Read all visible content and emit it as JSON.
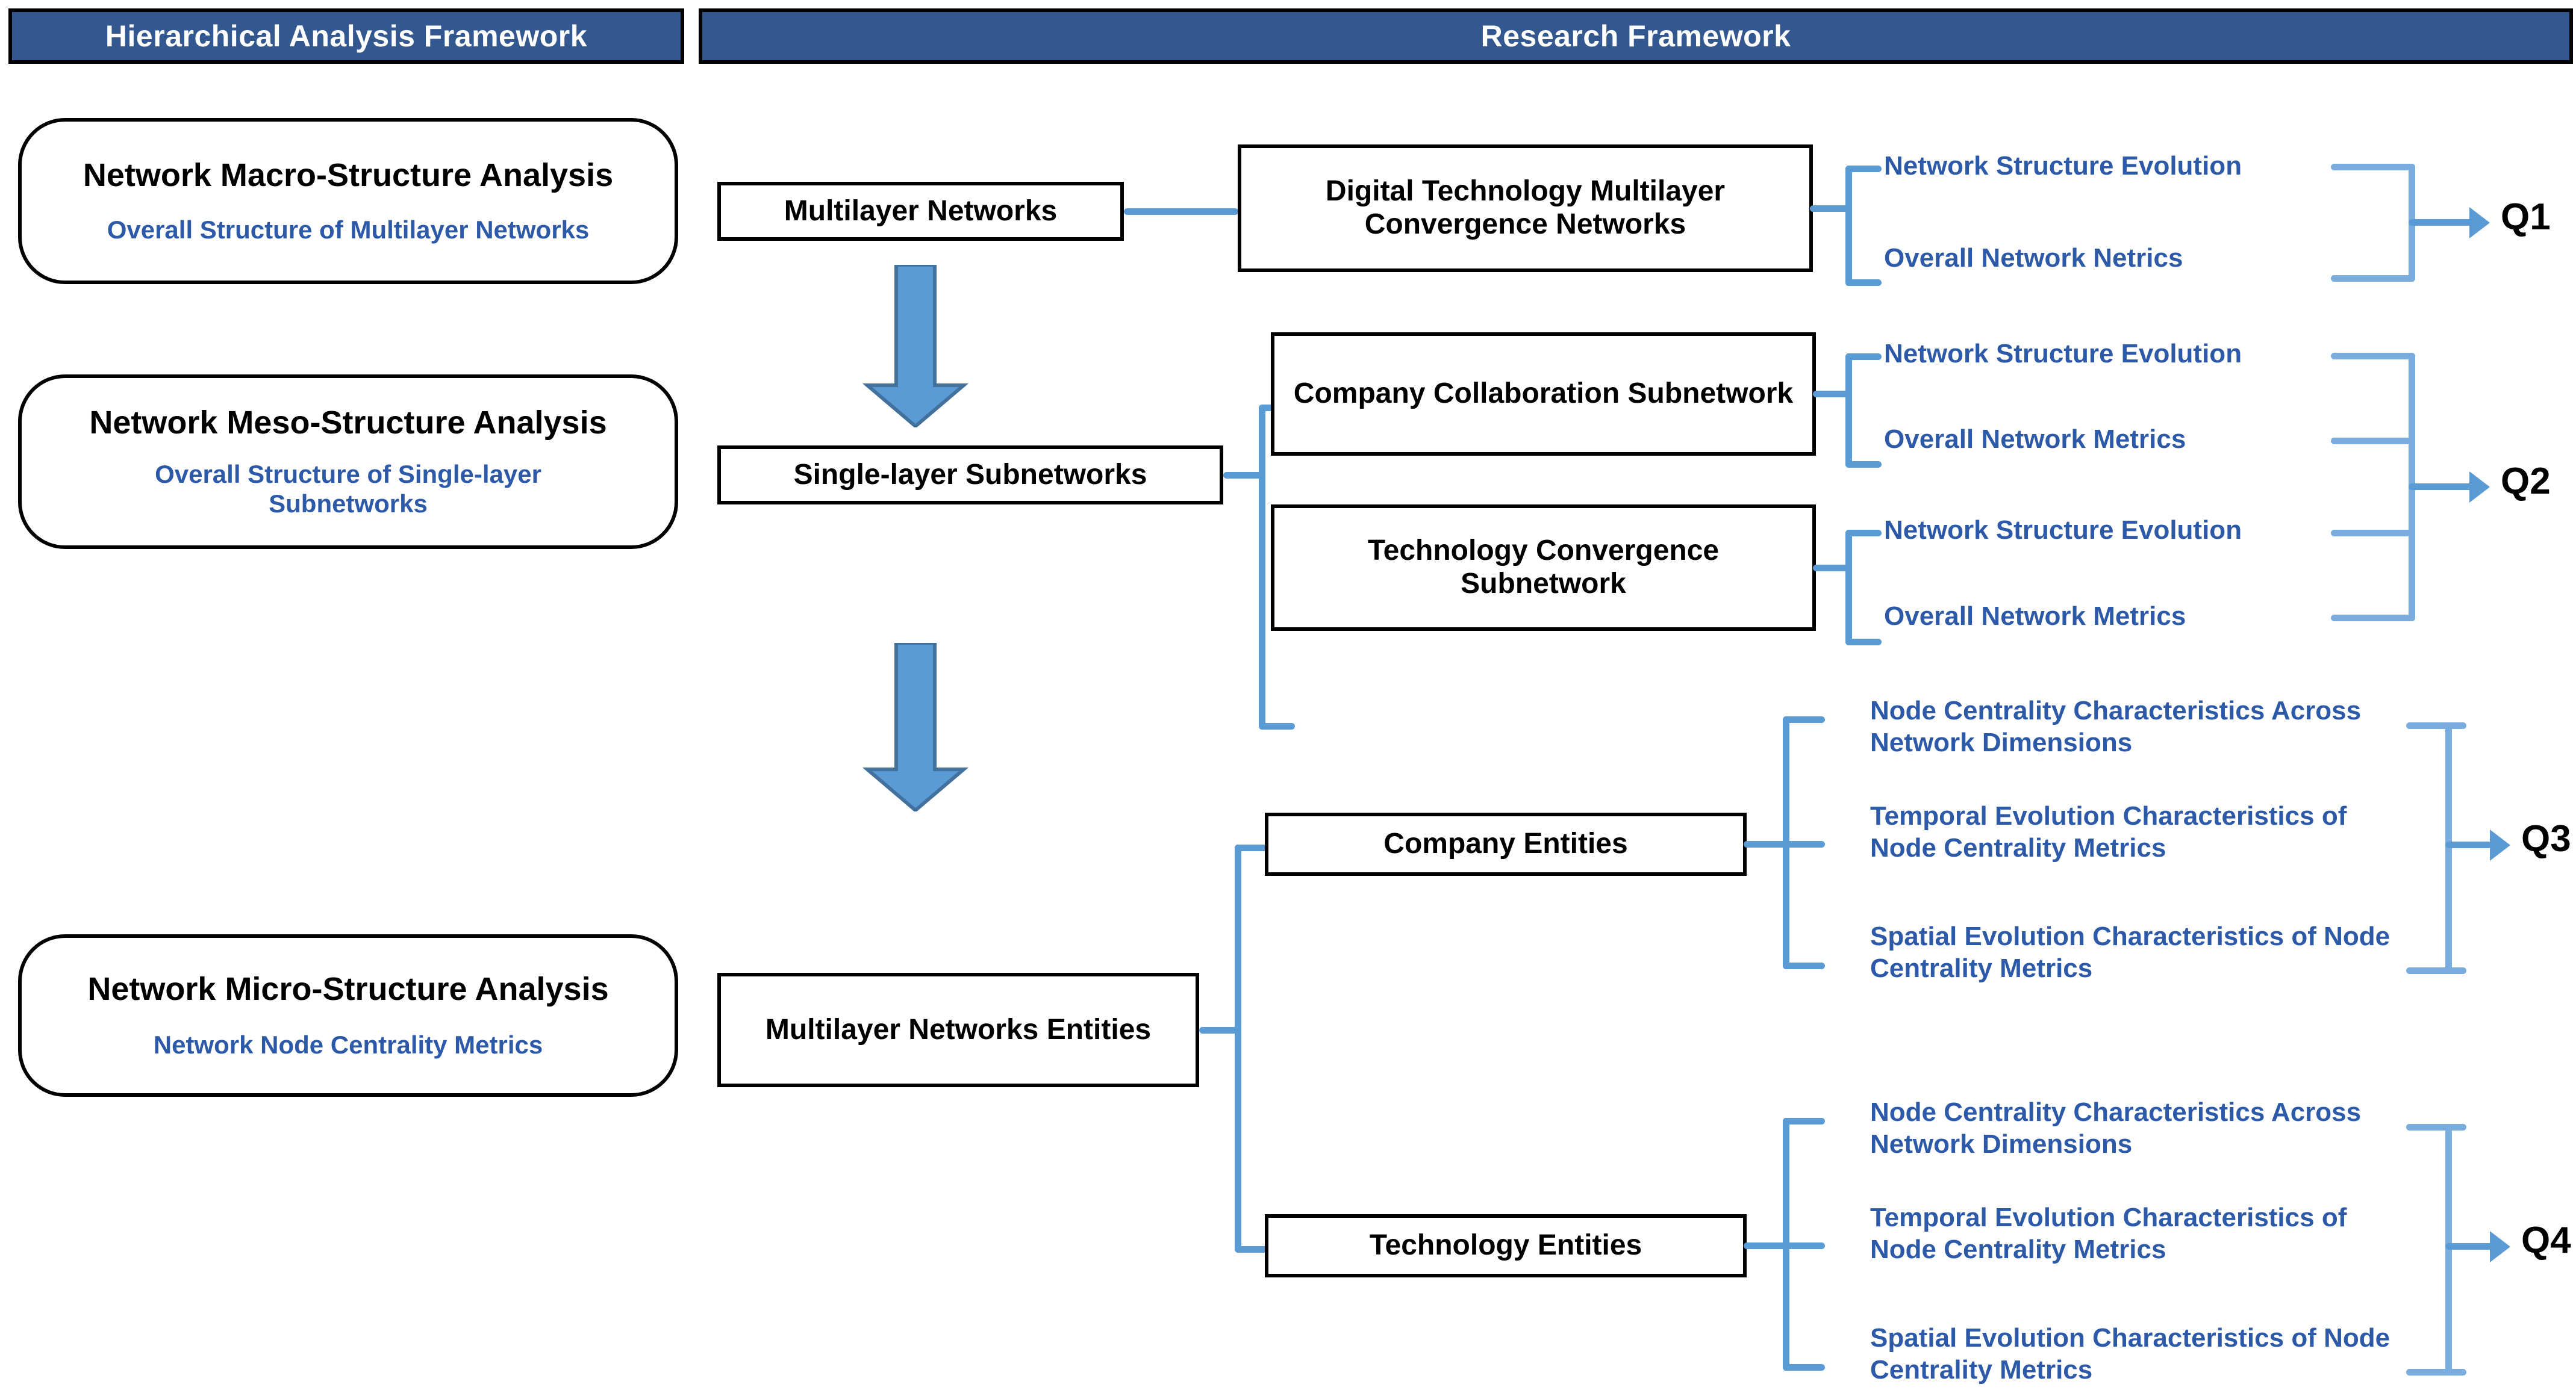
{
  "banners": {
    "left": "Hierarchical Analysis Framework",
    "right": "Research Framework"
  },
  "colors": {
    "banner_fill": "#33578f",
    "blue_text": "#2d5aa8",
    "connector": "#5b9bd5",
    "arrow_fill": "#5b9bd5",
    "border": "#000000"
  },
  "left_column": {
    "cards": [
      {
        "title": "Network Macro-Structure Analysis",
        "subtitle": "Overall Structure of Multilayer Networks"
      },
      {
        "title": "Network Meso-Structure Analysis",
        "subtitle": "Overall Structure of Single-layer Subnetworks"
      },
      {
        "title": "Network Micro-Structure Analysis",
        "subtitle": "Network Node Centrality Metrics"
      }
    ]
  },
  "levels": [
    {
      "label": "Multilayer Networks"
    },
    {
      "label": "Single-layer Subnetworks"
    },
    {
      "label": "Multilayer Networks Entities"
    }
  ],
  "objects": {
    "digital_tech": "Digital Technology Multilayer Convergence Networks",
    "company_collab": "Company Collaboration Subnetwork",
    "tech_convergence": "Technology Convergence Subnetwork",
    "company_entities": "Company Entities",
    "technology_entities": "Technology Entities"
  },
  "questions": [
    {
      "id": "Q1",
      "items": [
        "Network Structure Evolution",
        "Overall Network Netrics"
      ]
    },
    {
      "id": "Q2",
      "items": [
        "Network Structure Evolution",
        "Overall Network Metrics",
        "Network Structure Evolution",
        "Overall Network Metrics"
      ]
    },
    {
      "id": "Q3",
      "items": [
        "Node Centrality Characteristics Across Network Dimensions",
        "Temporal Evolution Characteristics of Node Centrality Metrics",
        "Spatial Evolution Characteristics of Node Centrality Metrics"
      ]
    },
    {
      "id": "Q4",
      "items": [
        "Node Centrality Characteristics Across Network Dimensions",
        "Temporal Evolution Characteristics of Node Centrality Metrics",
        "Spatial Evolution Characteristics of Node Centrality Metrics"
      ]
    }
  ]
}
